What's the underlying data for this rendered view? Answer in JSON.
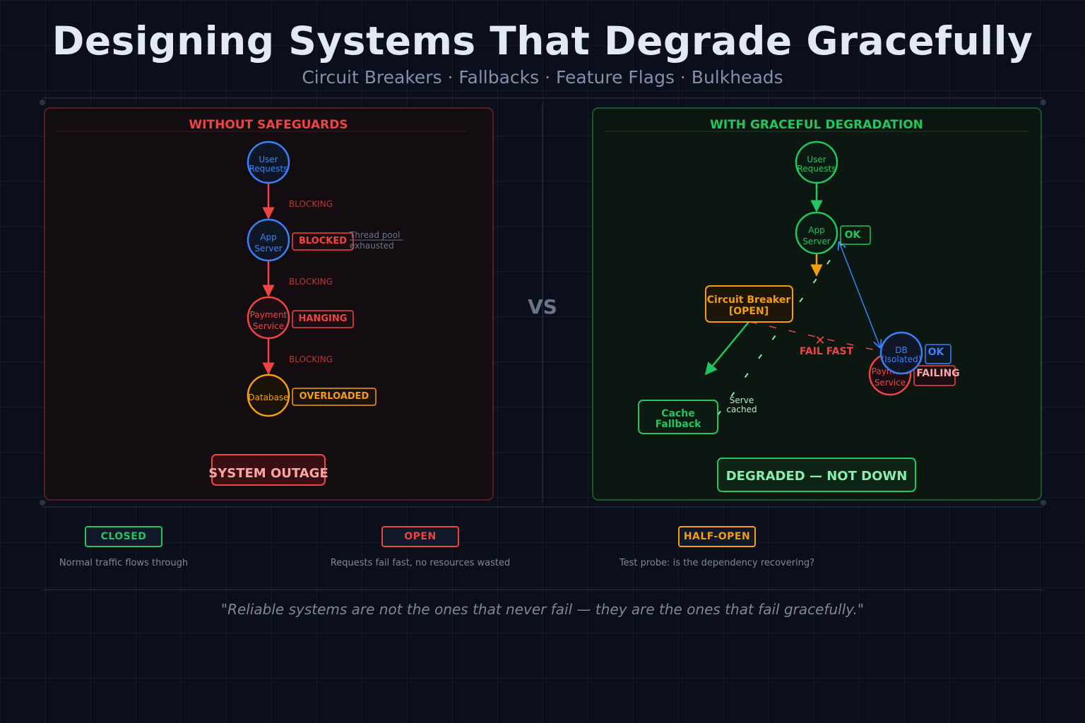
{
  "title": "Designing Systems That Degrade Gracefully",
  "subtitle": "Circuit Breakers  ·  Fallbacks  ·  Feature Flags  ·  Bulkheads",
  "vs_label": "VS",
  "colors": {
    "red": "#ef4444",
    "green": "#22c55e",
    "blue": "#3b82f6",
    "amber": "#f59e0b",
    "slate": "#7d879c"
  },
  "left_panel": {
    "heading": "WITHOUT SAFEGUARDS",
    "nodes": {
      "user": {
        "line1": "User",
        "line2": "Requests"
      },
      "app": {
        "line1": "App",
        "line2": "Server"
      },
      "payment": {
        "line1": "Payment",
        "line2": "Service"
      },
      "database": {
        "line1": "Database"
      }
    },
    "edge_labels": [
      "BLOCKING",
      "BLOCKING",
      "BLOCKING"
    ],
    "badges": {
      "blocked": "BLOCKED",
      "hanging": "HANGING",
      "overloaded": "OVERLOADED"
    },
    "thread_note": {
      "line1": "Thread pool",
      "line2": "exhausted"
    },
    "outcome": "SYSTEM OUTAGE"
  },
  "right_panel": {
    "heading": "WITH GRACEFUL DEGRADATION",
    "nodes": {
      "user": {
        "line1": "User",
        "line2": "Requests"
      },
      "app": {
        "line1": "App",
        "line2": "Server"
      },
      "breaker": {
        "line1": "Circuit Breaker",
        "line2": "[OPEN]"
      },
      "cache": {
        "line1": "Cache",
        "line2": "Fallback"
      },
      "payment": {
        "line1": "Payment",
        "line2": "Service"
      },
      "db": {
        "line1": "DB",
        "line2": "(Isolated)"
      }
    },
    "badges": {
      "app_ok": "OK",
      "db_ok": "OK",
      "failing": "FAILING"
    },
    "fail_fast": "FAIL FAST",
    "fail_mark": "✕",
    "serve_cached": {
      "line1": "Serve",
      "line2": "cached"
    },
    "outcome": "DEGRADED — NOT DOWN"
  },
  "legend": [
    {
      "state": "CLOSED",
      "description": "Normal traffic flows through",
      "color": "#22c55e"
    },
    {
      "state": "OPEN",
      "description": "Requests fail fast, no resources wasted",
      "color": "#ef4444"
    },
    {
      "state": "HALF-OPEN",
      "description": "Test probe: is the dependency recovering?",
      "color": "#f59e0b"
    }
  ],
  "quote": "\"Reliable systems are not the ones that never fail — they are the ones that fail gracefully.\""
}
